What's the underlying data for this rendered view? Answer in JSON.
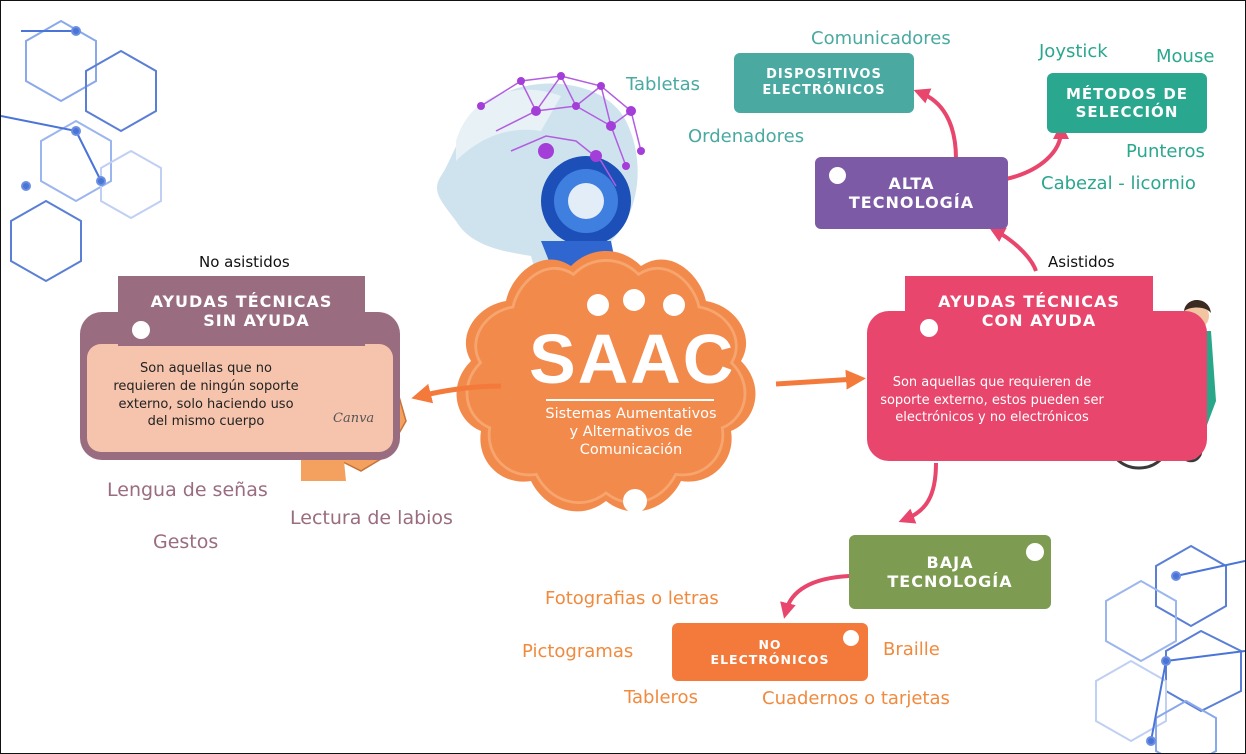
{
  "center": {
    "title": "SAAC",
    "subtitle_lines": [
      "Sistemas Aumentativos",
      "y Alternativos de",
      "Comunicación"
    ]
  },
  "left": {
    "header": "No asistidos",
    "title_lines": [
      "AYUDAS TÉCNICAS",
      "SIN AYUDA"
    ],
    "description": "Son aquellas que no requieren de ningún soporte externo, solo haciendo uso del mismo cuerpo",
    "image_label": "Canva",
    "examples": [
      "Lengua de señas",
      "Lectura de labios",
      "Gestos"
    ]
  },
  "right": {
    "header": "Asistidos",
    "title_lines": [
      "AYUDAS TÉCNICAS",
      "CON AYUDA"
    ],
    "description": "Son aquellas que requieren de soporte externo, estos pueden ser electrónicos y no electrónicos"
  },
  "alta": {
    "title_lines": [
      "ALTA",
      "TECNOLOGÍA"
    ]
  },
  "dispositivos": {
    "title_lines": [
      "DISPOSITIVOS",
      "ELECTRÓNICOS"
    ],
    "items": [
      "Comunicadores",
      "Tabletas",
      "Ordenadores"
    ]
  },
  "metodos": {
    "title_lines": [
      "MÉTODOS DE",
      "SELECCIÓN"
    ],
    "items": [
      "Joystick",
      "Mouse",
      "Punteros",
      "Cabezal - licornio"
    ]
  },
  "baja": {
    "title_lines": [
      "BAJA",
      "TECNOLOGÍA"
    ]
  },
  "no_electronicos": {
    "title_lines": [
      "NO",
      "ELECTRÓNICOS"
    ],
    "items": [
      "Fotografias o letras",
      "Pictogramas",
      "Braille",
      "Tableros",
      "Cuadernos o tarjetas"
    ]
  },
  "colors": {
    "orange": "#f4884a",
    "pink": "#e8466c",
    "purple": "#7c5aa6",
    "teal": "#2aa78f",
    "green": "#7d9c52",
    "mauve": "#9a6c80",
    "peach": "#f6c4ad",
    "teal_text": "#4aa9a1",
    "mauve_text": "#9a6c80",
    "orange_text": "#f08a3e"
  }
}
